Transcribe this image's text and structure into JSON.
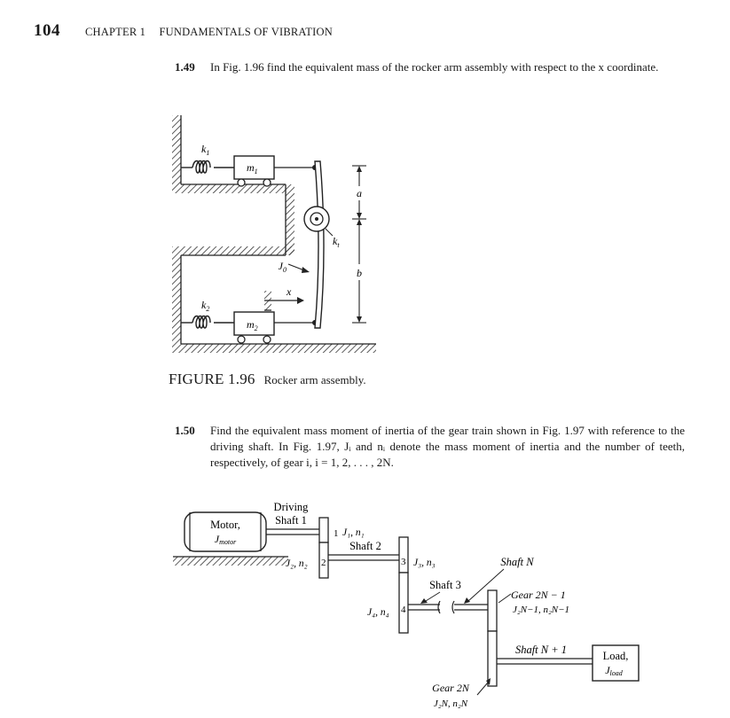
{
  "header": {
    "page_number": "104",
    "chapter": "CHAPTER 1",
    "chapter_title": "FUNDAMENTALS OF VIBRATION"
  },
  "problem_149": {
    "number": "1.49",
    "text": "In Fig. 1.96 find the equivalent mass of the rocker arm assembly with respect to the x coordinate."
  },
  "figure_196": {
    "label": "FIGURE 1.96",
    "caption": "Rocker arm assembly.",
    "labels": {
      "k1": "k",
      "k1_sub": "1",
      "m1": "m",
      "m1_sub": "1",
      "k2": "k",
      "k2_sub": "2",
      "m2": "m",
      "m2_sub": "2",
      "kt": "k",
      "kt_sub": "t",
      "J0": "J",
      "J0_sub": "0",
      "x": "x",
      "a": "a",
      "b": "b"
    }
  },
  "problem_150": {
    "number": "1.50",
    "text": "Find the equivalent mass moment of inertia of the gear train shown in Fig. 1.97 with reference to the driving shaft. In Fig. 1.97, Jᵢ and nᵢ denote the mass moment of inertia and the number of teeth, respectively, of gear i, i = 1, 2, . . . , 2N."
  },
  "figure_197": {
    "motor": "Motor,",
    "motor_J": "J",
    "motor_J_sub": "motor",
    "driving": "Driving",
    "shaft1": "Shaft 1",
    "shaft2": "Shaft 2",
    "shaft3": "Shaft 3",
    "shaftN": "Shaft N",
    "shaftN1": "Shaft N + 1",
    "gear1": "1",
    "gear2": "2",
    "gear3": "3",
    "gear4": "4",
    "J1n1": "J₁, n₁",
    "J2n2": "J₂, n₂",
    "J3n3": "J₃, n₃",
    "J4n4": "J₄, n₄",
    "gear2N1": "Gear 2N − 1",
    "J2N1": "J₂N−1, n₂N−1",
    "gear2N": "Gear 2N",
    "J2N": "J₂N, n₂N",
    "load": "Load,",
    "load_J": "J",
    "load_J_sub": "load"
  }
}
